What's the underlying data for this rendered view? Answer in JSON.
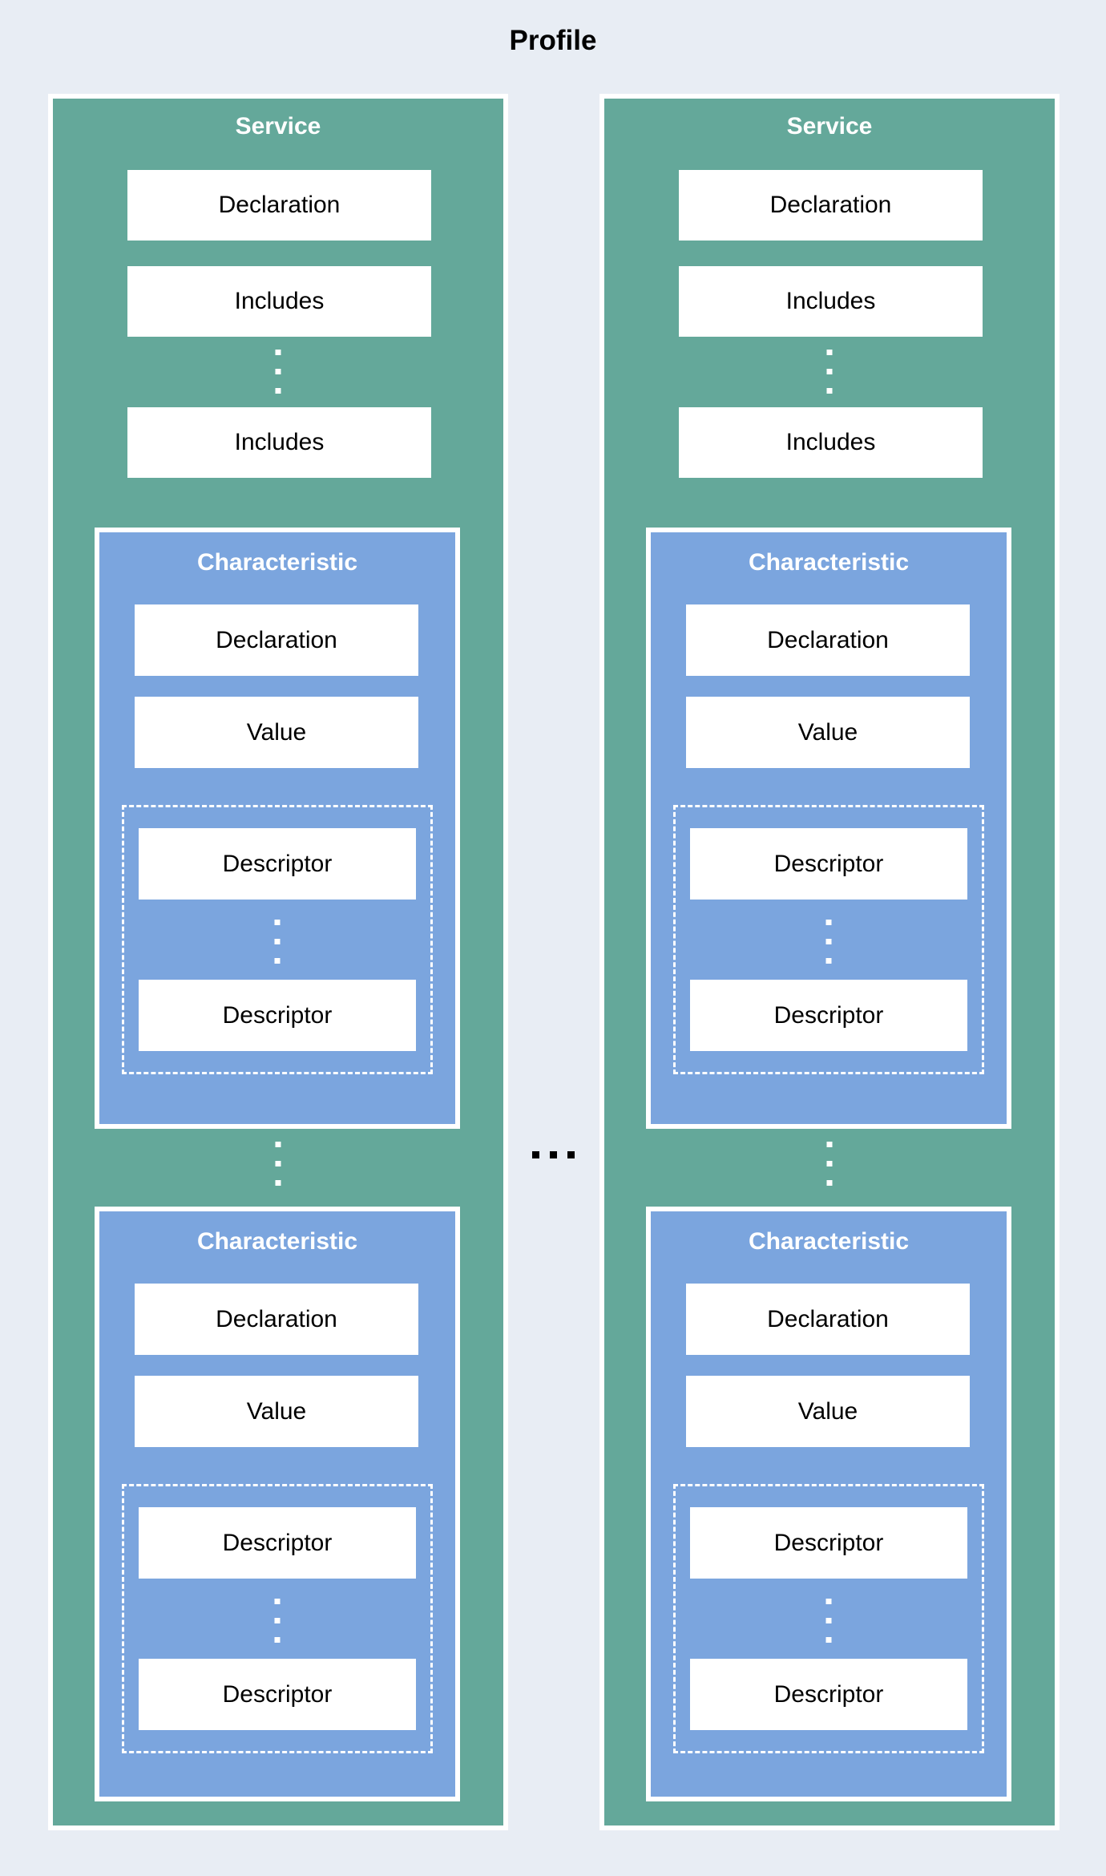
{
  "title": "Profile",
  "services": [
    {
      "title": "Service",
      "declaration_label": "Declaration",
      "includes_labels": [
        "Includes",
        "Includes"
      ],
      "characteristics": [
        {
          "title": "Characteristic",
          "declaration_label": "Declaration",
          "value_label": "Value",
          "descriptor_labels": [
            "Descriptor",
            "Descriptor"
          ]
        },
        {
          "title": "Characteristic",
          "declaration_label": "Declaration",
          "value_label": "Value",
          "descriptor_labels": [
            "Descriptor",
            "Descriptor"
          ]
        }
      ]
    },
    {
      "title": "Service",
      "declaration_label": "Declaration",
      "includes_labels": [
        "Includes",
        "Includes"
      ],
      "characteristics": [
        {
          "title": "Characteristic",
          "declaration_label": "Declaration",
          "value_label": "Value",
          "descriptor_labels": [
            "Descriptor",
            "Descriptor"
          ]
        },
        {
          "title": "Characteristic",
          "declaration_label": "Declaration",
          "value_label": "Value",
          "descriptor_labels": [
            "Descriptor",
            "Descriptor"
          ]
        }
      ]
    }
  ],
  "symbols": {
    "more_includes": "vertical-ellipsis",
    "more_descriptors": "vertical-ellipsis",
    "more_characteristics": "vertical-ellipsis",
    "more_services": "horizontal-ellipsis"
  },
  "colors": {
    "background": "#e8edf4",
    "service_fill": "#64a89a",
    "characteristic_fill": "#7ba5de",
    "box_fill": "#ffffff",
    "border_white": "#ffffff",
    "text_dark": "#000000",
    "header_text": "#ffffff"
  }
}
